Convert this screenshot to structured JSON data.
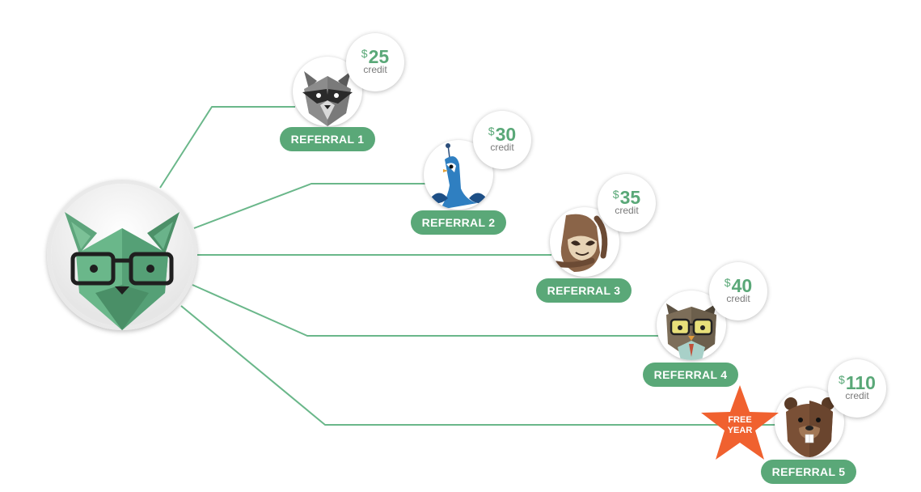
{
  "colors": {
    "accent_green": "#5aa878",
    "line_green": "#6ab78a",
    "star_orange": "#f0612f",
    "credit_gray": "#7a7a7a"
  },
  "hub": {
    "character": "green-fox-with-glasses"
  },
  "currency_symbol": "$",
  "credit_label": "credit",
  "referrals": [
    {
      "label": "REFERRAL 1",
      "amount": "25",
      "character": "raccoon"
    },
    {
      "label": "REFERRAL 2",
      "amount": "30",
      "character": "peacock"
    },
    {
      "label": "REFERRAL 3",
      "amount": "35",
      "character": "sloth"
    },
    {
      "label": "REFERRAL 4",
      "amount": "40",
      "character": "owl"
    },
    {
      "label": "REFERRAL 5",
      "amount": "110",
      "character": "beaver"
    }
  ],
  "bonus_badge": {
    "line1": "FREE",
    "line2": "YEAR",
    "icon": "star-icon"
  }
}
